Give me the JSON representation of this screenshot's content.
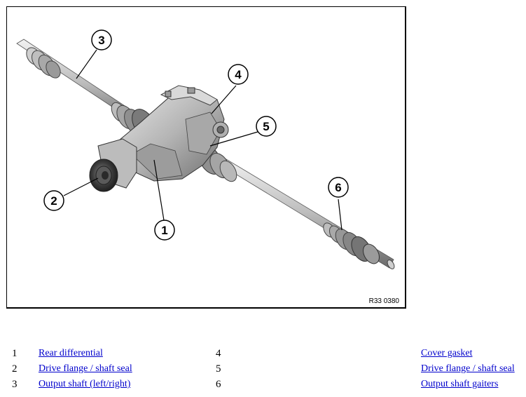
{
  "figure": {
    "code": "R33 0380",
    "callouts": [
      "1",
      "2",
      "3",
      "4",
      "5",
      "6"
    ]
  },
  "legend": {
    "rows": [
      {
        "left_num": "1",
        "left_link": "Rear differential",
        "mid_num": "4",
        "right_link": "Cover gasket"
      },
      {
        "left_num": "2",
        "left_link": "Drive flange / shaft seal",
        "mid_num": "5",
        "right_link": "Drive flange / shaft seal"
      },
      {
        "left_num": "3",
        "left_link": "Output shaft (left/right)",
        "mid_num": "6",
        "right_link": "Output shaft gaiters"
      }
    ]
  },
  "colors": {
    "link": "#0000cc",
    "border": "#000000"
  }
}
